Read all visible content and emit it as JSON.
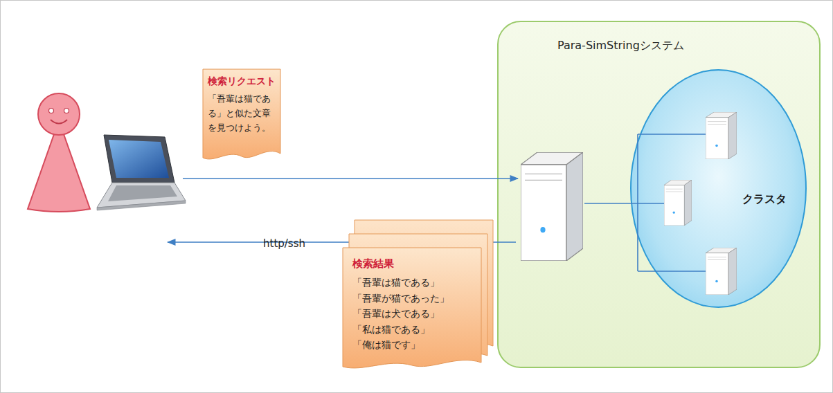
{
  "diagram": {
    "nodes": [
      {
        "text": [
          "検索リクエスト",
          "「吾輩は猫である」と似た文章を見つけよう。"
        ]
      },
      {
        "text": [
          "検索結果",
          "「吾輩は猫である」",
          "「吾輩が猫であった」",
          "「吾輩は犬である」",
          "「私は猫である」",
          "「俺は猫です」"
        ]
      },
      {
        "text": [
          "Para-SimStringシステム"
        ]
      },
      {
        "text": [
          "クラスタ"
        ],
        "in": 2
      }
    ],
    "labels": [
      "http/ssh"
    ]
  }
}
